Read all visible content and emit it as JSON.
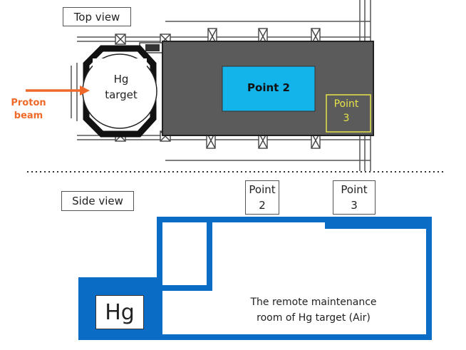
{
  "top_view": {
    "title": "Top view",
    "target_label_line1": "Hg",
    "target_label_line2": "target",
    "beam_label_line1": "Proton",
    "beam_label_line2": "beam",
    "point2_label": "Point 2",
    "point3_label_line1": "Point",
    "point3_label_line2": "3"
  },
  "side_view": {
    "title": "Side view",
    "point2_label_line1": "Point",
    "point2_label_line2": "2",
    "point3_label_line1": "Point",
    "point3_label_line2": "3",
    "hg_label": "Hg",
    "room_label_line1": "The remote maintenance",
    "room_label_line2": "room of Hg target (Air)"
  },
  "colors": {
    "beam_orange": "#ef6a2a",
    "wall_blue": "#0a6cc4",
    "point2_cyan": "#12b4ea",
    "point3_yellow": "#e8e44a",
    "floor_gray": "#5b5b5b"
  }
}
